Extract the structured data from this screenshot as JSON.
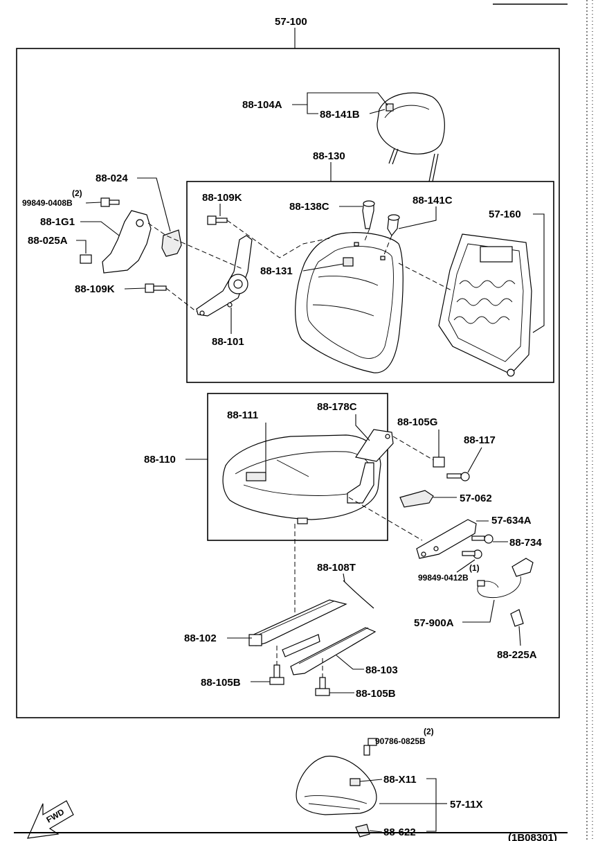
{
  "assembly": {
    "main_number": "57-100",
    "catalog_ref": "(1B08301)",
    "fwd_label": "FWD"
  },
  "parts": {
    "headrest": "88-104A",
    "headrest_guide": "88-141B",
    "seat_back_group": "88-130",
    "cover_024": "88-024",
    "bolt_qty_0408": "(2)",
    "bolt_0408": "99849-0408B",
    "recliner_cover": "88-1G1",
    "clip_025a": "88-025A",
    "bolt_109k_upper": "88-109K",
    "bolt_109k_lower": "88-109K",
    "recliner_101": "88-101",
    "guide_138c": "88-138C",
    "guide_141c": "88-141C",
    "back_cover_131": "88-131",
    "back_frame": "57-160",
    "cushion_group": "88-110",
    "cushion_cover_111": "88-111",
    "bracket_178c": "88-178C",
    "nut_105g": "88-105G",
    "screw_117": "88-117",
    "cap_062": "57-062",
    "buckle_634a": "57-634A",
    "bolt_734": "88-734",
    "bolt_qty_0412": "(1)",
    "bolt_0412": "99849-0412B",
    "wire_108t": "88-108T",
    "rail_102": "88-102",
    "rail_103": "88-103",
    "harness_900a": "57-900A",
    "clip_225a": "88-225A",
    "bolt_105b_left": "88-105B",
    "bolt_105b_right": "88-105B",
    "bolt_qty_0825": "(2)",
    "bolt_0825": "90786-0825B",
    "cover_x11": "88-X11",
    "tray_11x": "57-11X",
    "cap_622": "88-622"
  }
}
